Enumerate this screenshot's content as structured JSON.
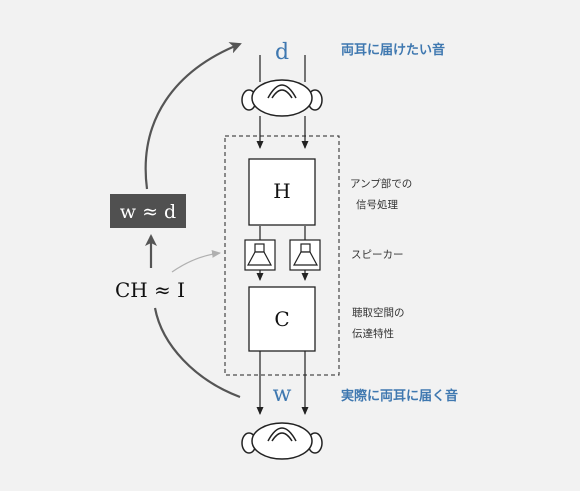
{
  "top_label": "d",
  "top_caption": "両耳に届けたい音",
  "bottom_label": "w",
  "bottom_caption": "実際に両耳に届く音",
  "block_h": {
    "letter": "H",
    "caption_line1": "アンプ部での",
    "caption_line2": "信号処理"
  },
  "speaker_caption": "スピーカー",
  "block_c": {
    "letter": "C",
    "caption_line1": "聴取空間の",
    "caption_line2": "伝達特性"
  },
  "dark_box_text": "w ≈ d",
  "equation_text": "CH ≈ I",
  "colors": {
    "accent_blue": "#3f78b0",
    "dark_box": "#505050",
    "curve": "#555555",
    "light_arrow": "#b0b0b0",
    "background": "#f2f2f2"
  }
}
